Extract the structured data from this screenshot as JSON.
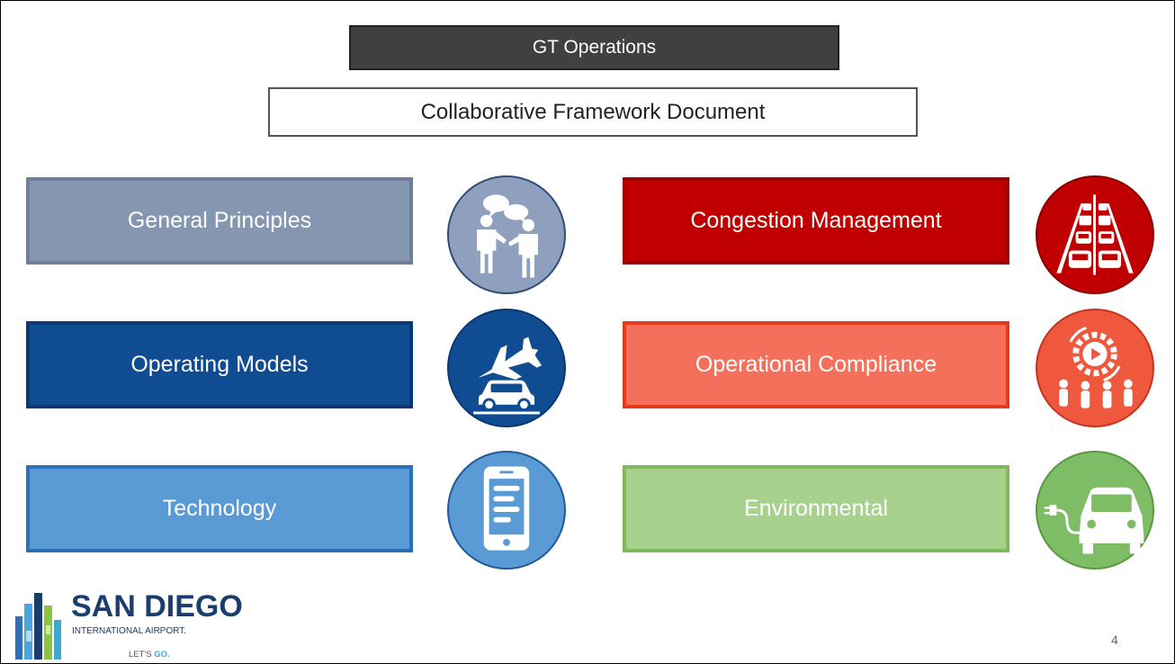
{
  "header": {
    "title": "GT Operations",
    "subtitle": "Collaborative Framework Document"
  },
  "categories": [
    {
      "label": "General Principles",
      "color": "#8496b0",
      "border": "#6d7f9a",
      "icon": "conversation-people-icon"
    },
    {
      "label": "Operating Models",
      "color": "#0f4c91",
      "border": "#0a3872",
      "icon": "plane-and-car-icon"
    },
    {
      "label": "Technology",
      "color": "#5b9bd5",
      "border": "#2a70b8",
      "icon": "smartphone-icon"
    },
    {
      "label": "Congestion Management",
      "color": "#c00000",
      "border": "#a30000",
      "icon": "traffic-congestion-icon"
    },
    {
      "label": "Operational Compliance",
      "color": "#f4705a",
      "border": "#e53a1c",
      "icon": "gear-and-people-icon"
    },
    {
      "label": "Environmental",
      "color": "#a9d18e",
      "border": "#7fb95e",
      "icon": "electric-car-icon"
    }
  ],
  "logo": {
    "word": "SAN DIEGO",
    "sub": "INTERNATIONAL AIRPORT.",
    "tag_prefix": "LET'S",
    "tag_go": "GO."
  },
  "page_number": "4"
}
